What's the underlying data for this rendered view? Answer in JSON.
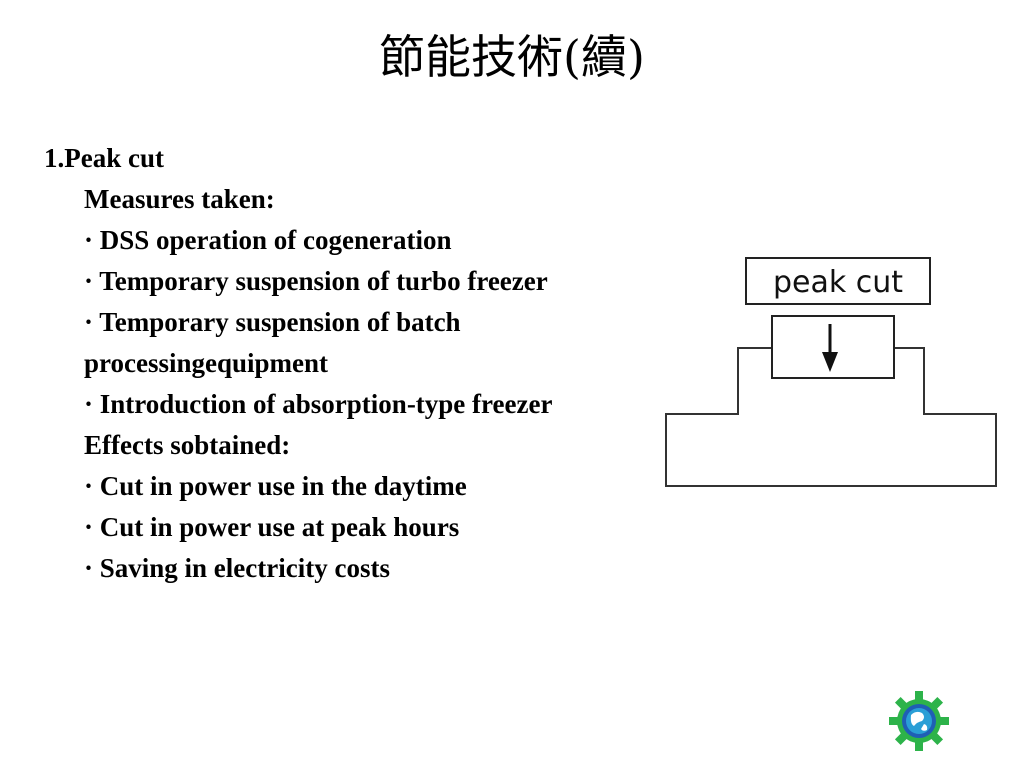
{
  "slide": {
    "title": "節能技術(續)"
  },
  "content": {
    "heading": "1.Peak cut",
    "measures_label": "Measures taken:",
    "measures": [
      "· DSS operation of cogeneration",
      "· Temporary suspension of turbo freezer",
      "· Temporary suspension of batch",
      "processingequipment",
      "· Introduction of absorption-type freezer"
    ],
    "effects_label": "Effects sobtained:",
    "effects": [
      "· Cut in power use in the daytime",
      "· Cut in power use at peak hours",
      "· Saving in electricity costs"
    ]
  },
  "diagram": {
    "label": "peak cut",
    "arrow": "down-arrow-icon"
  },
  "logo": {
    "icon": "gear-globe-logo",
    "colors": {
      "gear": "#2db34a",
      "globe": "#2a9fd6",
      "ring": "#1f5fb5"
    }
  }
}
